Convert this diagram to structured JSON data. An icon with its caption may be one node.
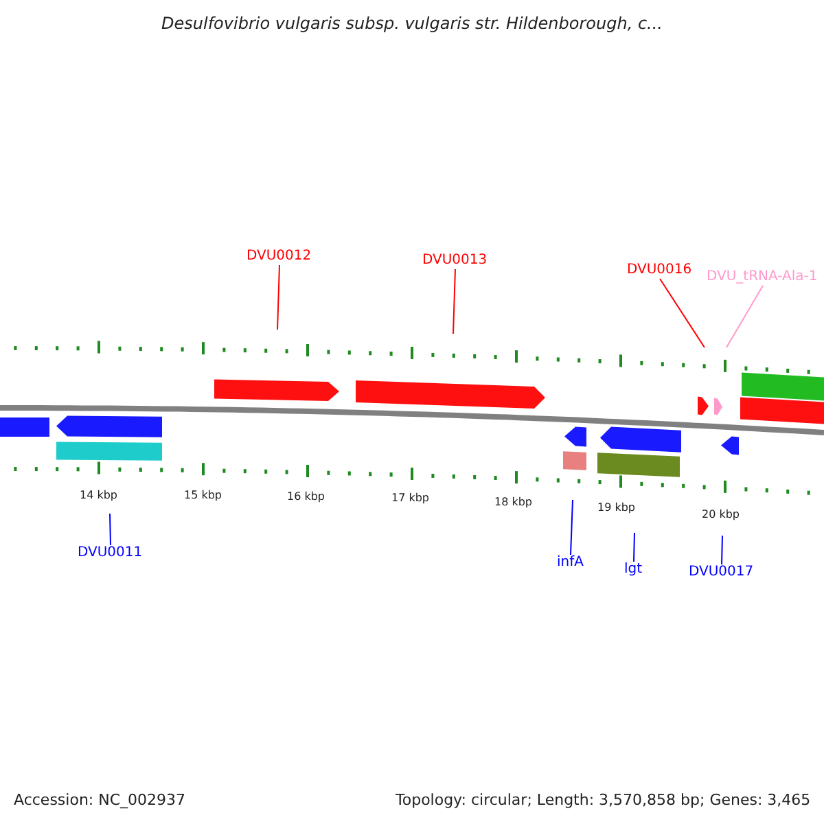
{
  "diagram": {
    "title": "Desulfovibrio vulgaris subsp. vulgaris str. Hildenborough, c...",
    "nodes": [
      {
        "text": [
          "DVU0012"
        ]
      },
      {
        "text": [
          "DVU0013"
        ]
      },
      {
        "text": [
          "DVU0016"
        ]
      },
      {
        "text": [
          "DVU_tRNA-Ala-1"
        ]
      },
      {
        "text": [
          "DVU0011"
        ]
      },
      {
        "text": [
          "infA"
        ]
      },
      {
        "text": [
          "lgt"
        ]
      },
      {
        "text": [
          "DVU0017"
        ]
      }
    ],
    "edges": [
      {
        "from": 0,
        "to": null,
        "arrow": "none",
        "color": "#ff0000"
      },
      {
        "from": 1,
        "to": null,
        "arrow": "none",
        "color": "#ff0000"
      },
      {
        "from": 2,
        "to": null,
        "arrow": "none",
        "color": "#ff0000"
      },
      {
        "from": 3,
        "to": null,
        "arrow": "none",
        "color": "#ff99cc"
      },
      {
        "from": 4,
        "to": null,
        "arrow": "none"
      },
      {
        "from": 5,
        "to": null,
        "arrow": "none"
      },
      {
        "from": 6,
        "to": null,
        "arrow": "none"
      },
      {
        "from": 7,
        "to": null,
        "arrow": "none"
      }
    ],
    "labels": [
      "14 kbp",
      "15 kbp",
      "16 kbp",
      "17 kbp",
      "18 kbp",
      "19 kbp",
      "20 kbp",
      "Accession: NC_002937",
      "Topology: circular; Length: 3,570,858 bp; Genes: 3,465"
    ]
  }
}
